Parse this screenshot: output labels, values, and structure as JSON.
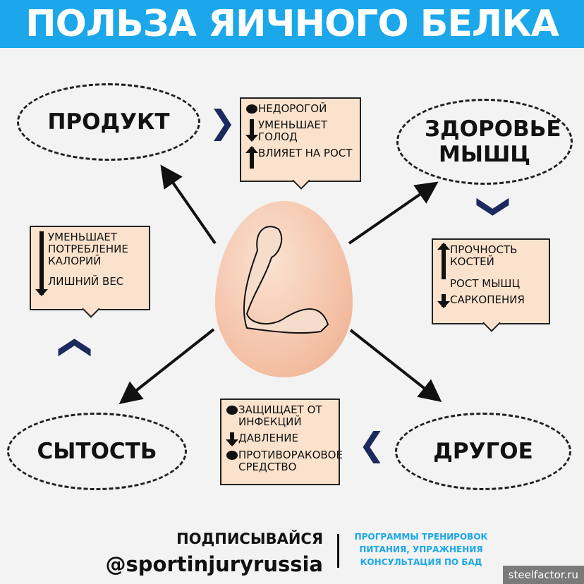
{
  "title": "ПОЛЬЗА ЯИЧНОГО БЕЛКА",
  "nodes": {
    "product": "ПРОДУКТ",
    "muscle": "ЗДОРОВЬЕ МЫШЦ",
    "satiety": "СЫТОСТЬ",
    "other": "ДРУГОЕ"
  },
  "boxes": {
    "product": [
      "НЕДОРОГОЙ",
      "УМЕНЬШАЕТ ГОЛОД",
      "ВЛИЯЕТ НА РОСТ"
    ],
    "muscle": [
      "ПРОЧНОСТЬ КОСТЕЙ",
      "РОСТ МЫШЦ",
      "САРКОПЕНИЯ"
    ],
    "satiety": [
      "УМЕНЬШАЕТ ПОТРЕБЛЕНИЕ КАЛОРИЙ",
      "ЛИШНИЙ ВЕС"
    ],
    "other": [
      "ЗАЩИЩАЕТ ОТ ИНФЕКЦИЙ",
      "ДАВЛЕНИЕ",
      "ПРОТИВОРАКОВОЕ СРЕДСТВО"
    ]
  },
  "footer": {
    "subscribe": "ПОДПИСЫВАЙСЯ",
    "handle": "@sportinjuryrussia",
    "services": [
      "ПРОГРАММЫ ТРЕНИРОВОК",
      "ПИТАНИЯ, УПРАЖНЕНИЯ",
      "КОНСУЛЬТАЦИЯ ПО БАД"
    ]
  },
  "watermark": "steelfactor.ru",
  "colors": {
    "header": "#1ba7ea",
    "box": "#fbe2cd",
    "chevron": "#1b2a5e"
  }
}
